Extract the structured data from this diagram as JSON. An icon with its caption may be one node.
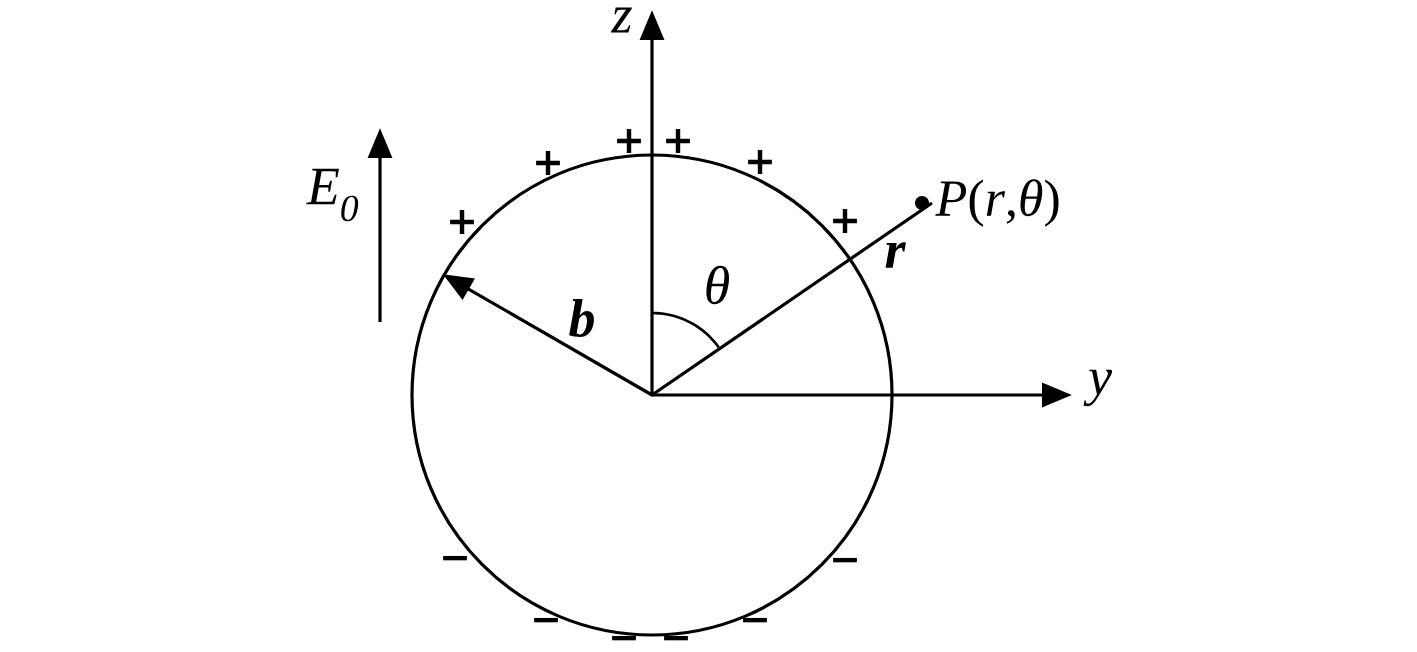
{
  "diagram": {
    "nodes": [
      {
        "text": [],
        "shape": "circle"
      },
      {
        "text": [
          "*P*(*r*,*θ*)"
        ]
      },
      {
        "text": [],
        "shape": "point",
        "in": 0
      }
    ],
    "edges": [
      {
        "from": 2,
        "to": 0,
        "arrow": "to",
        "label": "b"
      },
      {
        "from": 2,
        "to": 1,
        "arrow": "none",
        "label": "r"
      }
    ],
    "labels": [
      "z",
      "+",
      "+",
      "+",
      "+",
      "E$_{0}$",
      "+",
      "+",
      "θ",
      "y",
      "−",
      "−",
      "−",
      "−",
      "−",
      "−"
    ]
  }
}
